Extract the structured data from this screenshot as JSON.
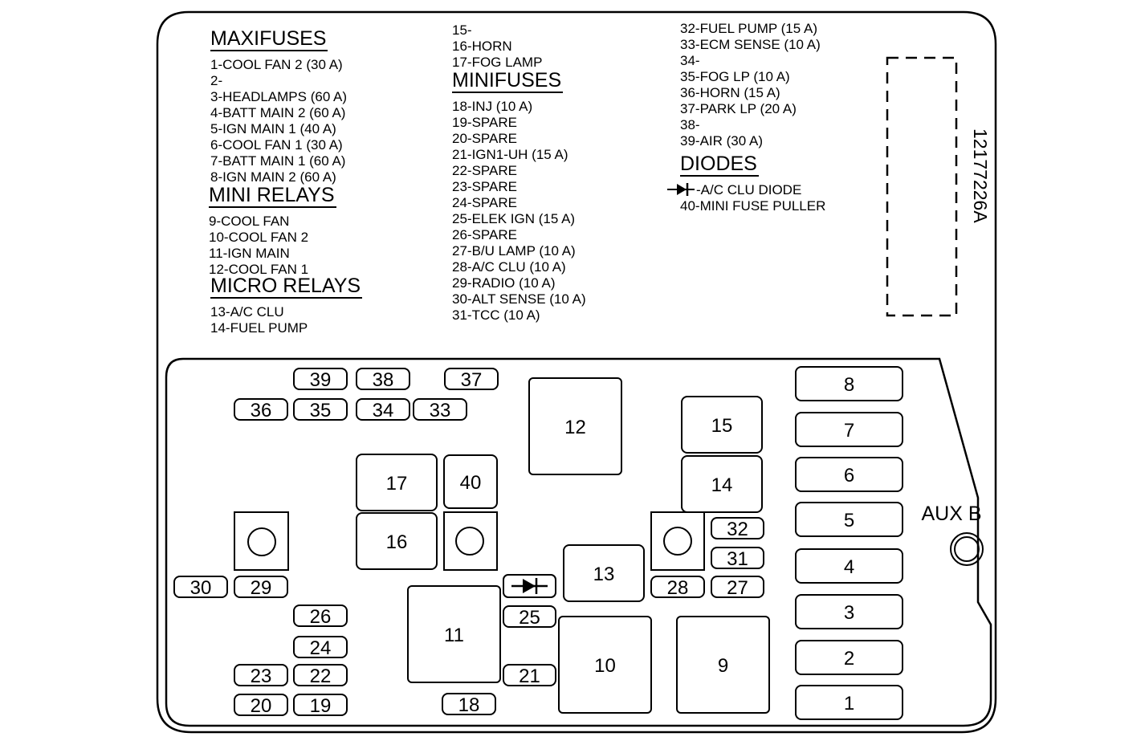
{
  "part_number": "12177226A",
  "aux_label": "AUX B",
  "legend": {
    "col1": [
      {
        "heading": "MAXIFUSES",
        "items": [
          "1-COOL FAN 2 (30 A)",
          "2-",
          "3-HEADLAMPS (60 A)",
          "4-BATT MAIN 2 (60 A)",
          "5-IGN MAIN 1 (40 A)",
          "6-COOL FAN 1 (30 A)",
          "7-BATT MAIN 1 (60 A)",
          "8-IGN MAIN 2 (60 A)"
        ]
      },
      {
        "heading": "MINI RELAYS",
        "items": [
          "9-COOL FAN",
          "10-COOL FAN 2",
          "11-IGN MAIN",
          "12-COOL FAN 1"
        ]
      },
      {
        "heading": "MICRO RELAYS",
        "items": [
          "13-A/C CLU",
          "14-FUEL PUMP"
        ]
      }
    ],
    "col2_top": [
      "15-",
      "16-HORN",
      "17-FOG LAMP"
    ],
    "col2": [
      {
        "heading": "MINIFUSES",
        "items": [
          "18-INJ (10 A)",
          "19-SPARE",
          "20-SPARE",
          "21-IGN1-UH (15 A)",
          "22-SPARE",
          "23-SPARE",
          "24-SPARE",
          "25-ELEK IGN (15 A)",
          "26-SPARE",
          "27-B/U LAMP (10 A)",
          "28-A/C CLU (10 A)",
          "29-RADIO (10 A)",
          "30-ALT SENSE (10 A)",
          "31-TCC (10 A)"
        ]
      }
    ],
    "col3_top": [
      "32-FUEL PUMP (15 A)",
      "33-ECM SENSE (10 A)",
      "34-",
      "35-FOG LP (10 A)",
      "36-HORN (15 A)",
      "37-PARK LP (20 A)",
      "38-",
      "39-AIR (30 A)"
    ],
    "col3": [
      {
        "heading": "DIODES",
        "items": [
          "-A/C CLU DIODE",
          "40-MINI FUSE PULLER"
        ]
      }
    ]
  },
  "slots": [
    {
      "id": "39",
      "label": "39"
    },
    {
      "id": "38",
      "label": "38"
    },
    {
      "id": "37",
      "label": "37"
    },
    {
      "id": "36",
      "label": "36"
    },
    {
      "id": "35",
      "label": "35"
    },
    {
      "id": "34",
      "label": "34"
    },
    {
      "id": "33",
      "label": "33"
    },
    {
      "id": "12",
      "label": "12"
    },
    {
      "id": "15",
      "label": "15"
    },
    {
      "id": "14",
      "label": "14"
    },
    {
      "id": "17",
      "label": "17"
    },
    {
      "id": "40",
      "label": "40"
    },
    {
      "id": "16",
      "label": "16"
    },
    {
      "id": "13",
      "label": "13"
    },
    {
      "id": "32",
      "label": "32"
    },
    {
      "id": "31",
      "label": "31"
    },
    {
      "id": "30",
      "label": "30"
    },
    {
      "id": "29",
      "label": "29"
    },
    {
      "id": "28",
      "label": "28"
    },
    {
      "id": "27",
      "label": "27"
    },
    {
      "id": "26",
      "label": "26"
    },
    {
      "id": "25",
      "label": "25"
    },
    {
      "id": "24",
      "label": "24"
    },
    {
      "id": "23",
      "label": "23"
    },
    {
      "id": "22",
      "label": "22"
    },
    {
      "id": "21",
      "label": "21"
    },
    {
      "id": "20",
      "label": "20"
    },
    {
      "id": "19",
      "label": "19"
    },
    {
      "id": "18",
      "label": "18"
    },
    {
      "id": "11",
      "label": "11"
    },
    {
      "id": "10",
      "label": "10"
    },
    {
      "id": "9",
      "label": "9"
    },
    {
      "id": "8",
      "label": "8"
    },
    {
      "id": "7",
      "label": "7"
    },
    {
      "id": "6",
      "label": "6"
    },
    {
      "id": "5",
      "label": "5"
    },
    {
      "id": "4",
      "label": "4"
    },
    {
      "id": "3",
      "label": "3"
    },
    {
      "id": "2",
      "label": "2"
    },
    {
      "id": "1",
      "label": "1"
    }
  ]
}
